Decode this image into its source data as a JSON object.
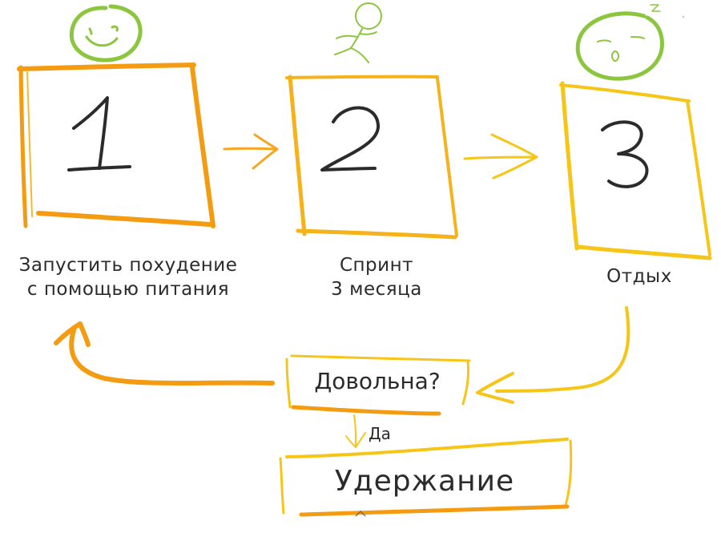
{
  "steps": [
    {
      "number": "1",
      "lines": [
        "Запустить похудение",
        "с помощью питания"
      ],
      "face": "smiling-face-icon"
    },
    {
      "number": "2",
      "lines": [
        "Спринт",
        "3 месяца"
      ],
      "face": "running-figure-icon"
    },
    {
      "number": "3",
      "lines": [
        "Отдых"
      ],
      "face": "sleepy-face-icon"
    }
  ],
  "decision": {
    "label": "Довольна?",
    "yes_label": "Да"
  },
  "final": {
    "label": "Удержание"
  },
  "colors": {
    "orange": "#f39c12",
    "yellow": "#f5c518",
    "green": "#8cc63f",
    "ink": "#2b2b2b"
  }
}
